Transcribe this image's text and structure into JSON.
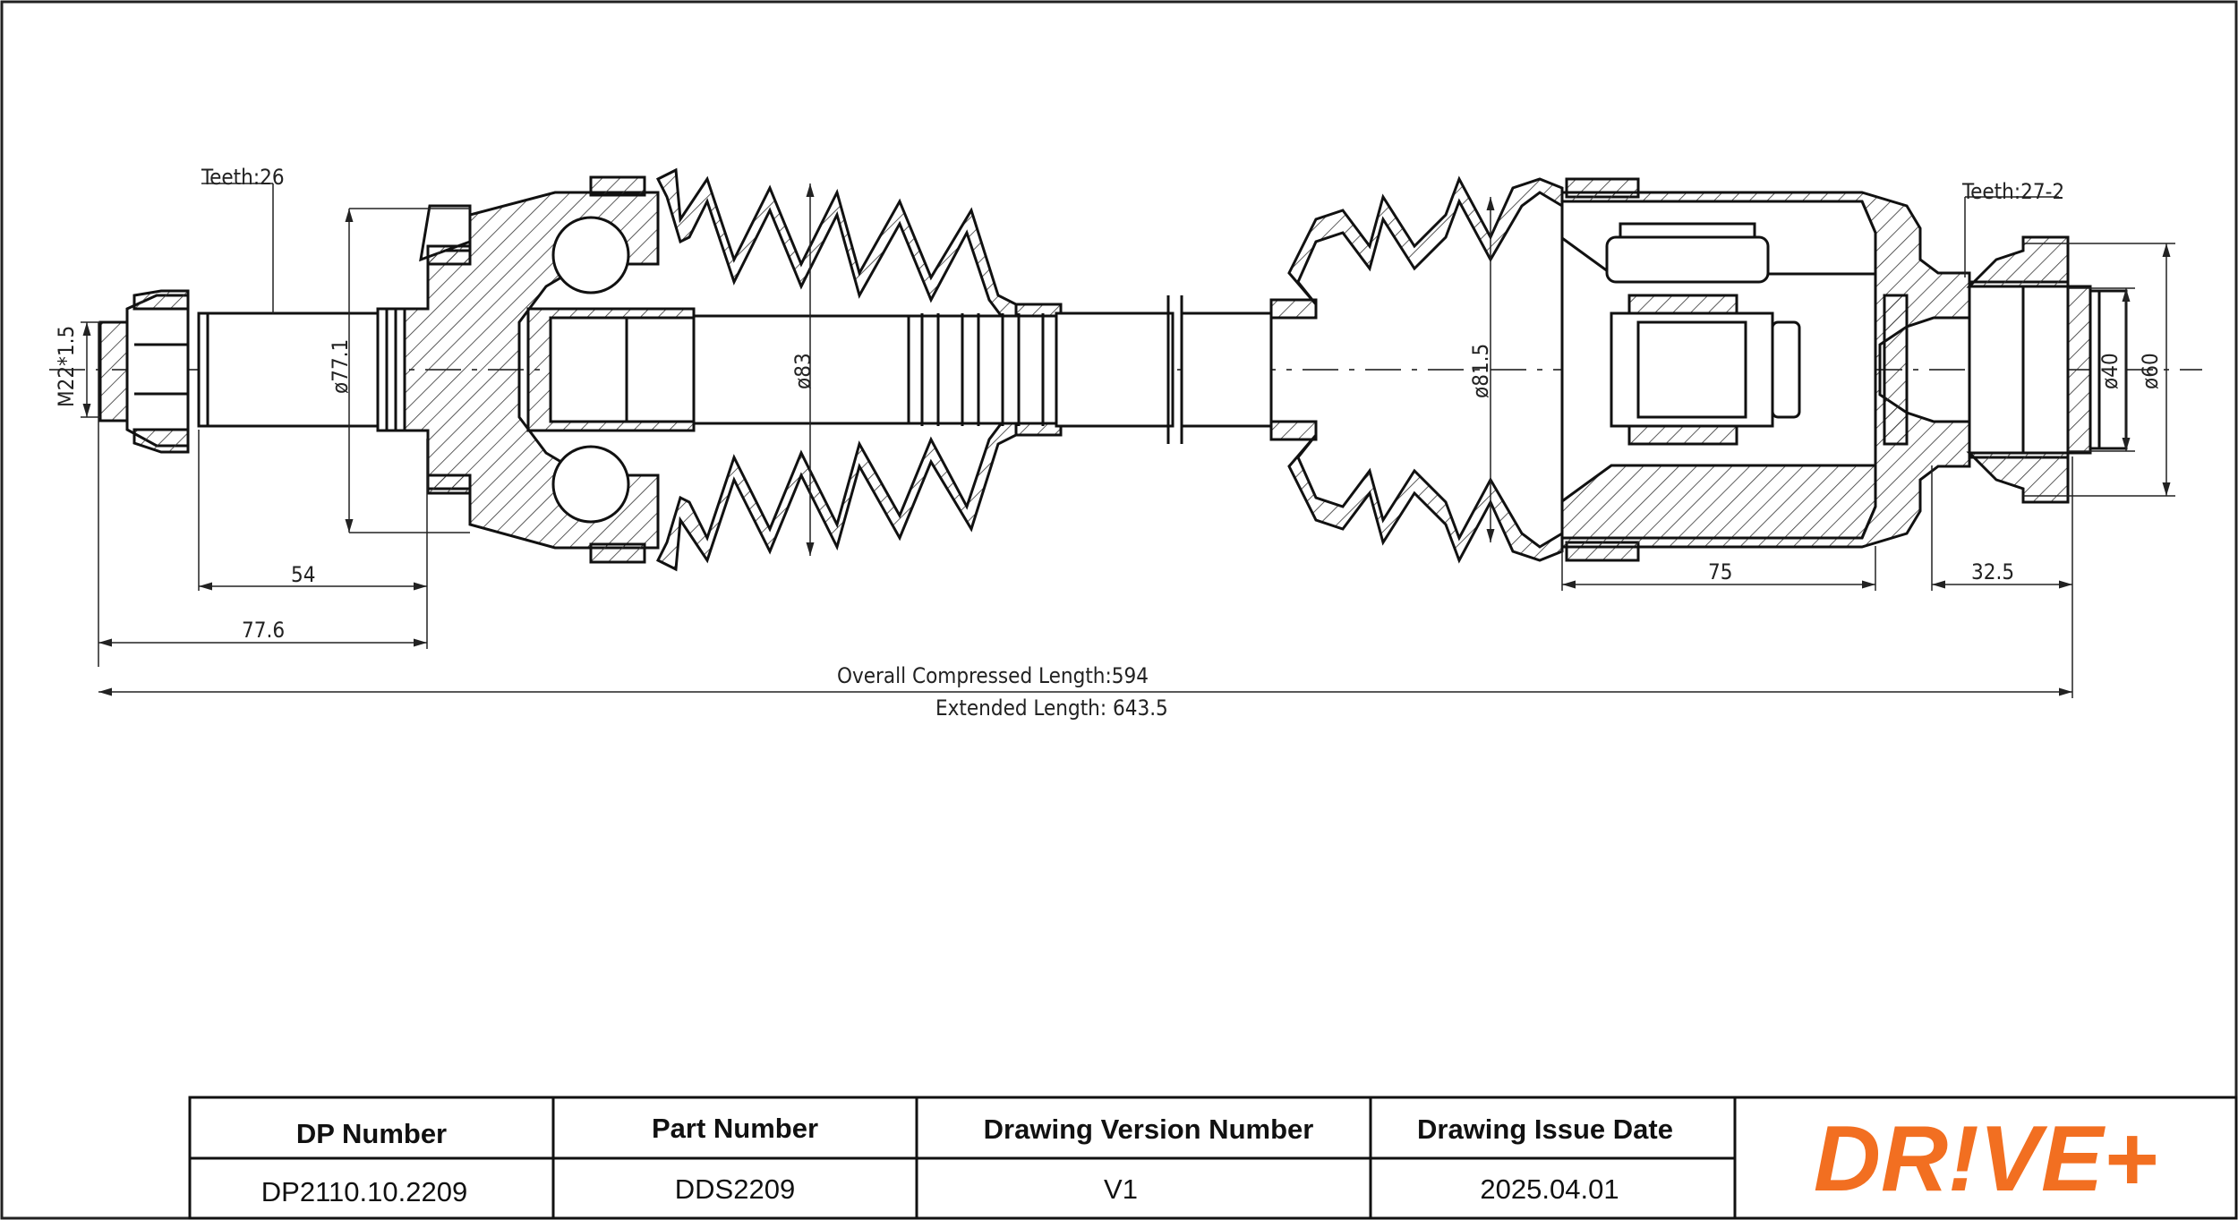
{
  "dimensions": {
    "teeth_left": "Teeth:26",
    "teeth_right": "Teeth:27-2",
    "thread": "M22*1.5",
    "dia_77_1": "ø77.1",
    "dia_83": "ø83",
    "dia_81_5": "ø81.5",
    "dia_40": "ø40",
    "dia_60": "ø60",
    "len_54": "54",
    "len_77_6": "77.6",
    "len_75": "75",
    "len_32_5": "32.5",
    "overall": "Overall  Compressed  Length:594",
    "extended": "Extended  Length: 643.5"
  },
  "title_block": {
    "headers": [
      "DP Number",
      "Part Number",
      "Drawing Version Number",
      "Drawing Issue Date"
    ],
    "values": [
      "DP2110.10.2209",
      "DDS2209",
      "V1",
      "2025.04.01"
    ]
  },
  "logo": {
    "text": "DR!VE+",
    "color": "#f26f21"
  }
}
